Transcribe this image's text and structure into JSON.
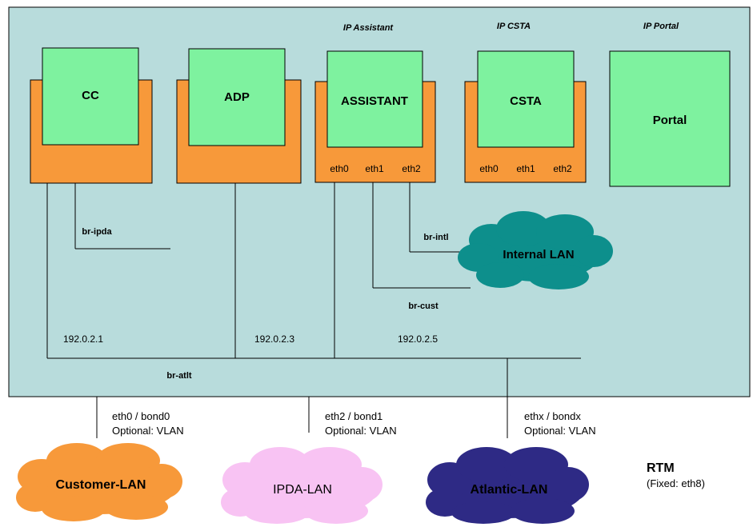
{
  "colors": {
    "host_bg": "#b8dcdc",
    "orange": "#f7993a",
    "green": "#7ef29f",
    "teal_cloud": "#0d8f8c",
    "orange_cloud": "#f7993a",
    "pink_cloud": "#f8c3f3",
    "navy_cloud": "#2e2a85"
  },
  "headers": {
    "assistant": "IP Assistant",
    "csta": "IP CSTA",
    "portal": "IP Portal"
  },
  "vms": {
    "cc": "CC",
    "adp": "ADP",
    "assistant": "ASSISTANT",
    "csta": "CSTA",
    "portal": "Portal"
  },
  "ports": {
    "eth0": "eth0",
    "eth1": "eth1",
    "eth2": "eth2"
  },
  "bridges": {
    "ipda": "br-ipda",
    "intl": "br-intl",
    "cust": "br-cust",
    "atlt": "br-atlt"
  },
  "ips": {
    "ip1": "192.0.2.1",
    "ip3": "192.0.2.3",
    "ip5": "192.0.2.5"
  },
  "uplinks": [
    {
      "iface": "eth0 / bond0",
      "vlan": "Optional: VLAN"
    },
    {
      "iface": "eth2 / bond1",
      "vlan": "Optional: VLAN"
    },
    {
      "iface": "ethx / bondx",
      "vlan": "Optional: VLAN"
    }
  ],
  "clouds": {
    "internal": "Internal LAN",
    "customer": "Customer-LAN",
    "ipda": "IPDA-LAN",
    "atlantic": "Atlantic-LAN"
  },
  "rtm": {
    "title": "RTM",
    "subtitle": "(Fixed: eth8)"
  }
}
